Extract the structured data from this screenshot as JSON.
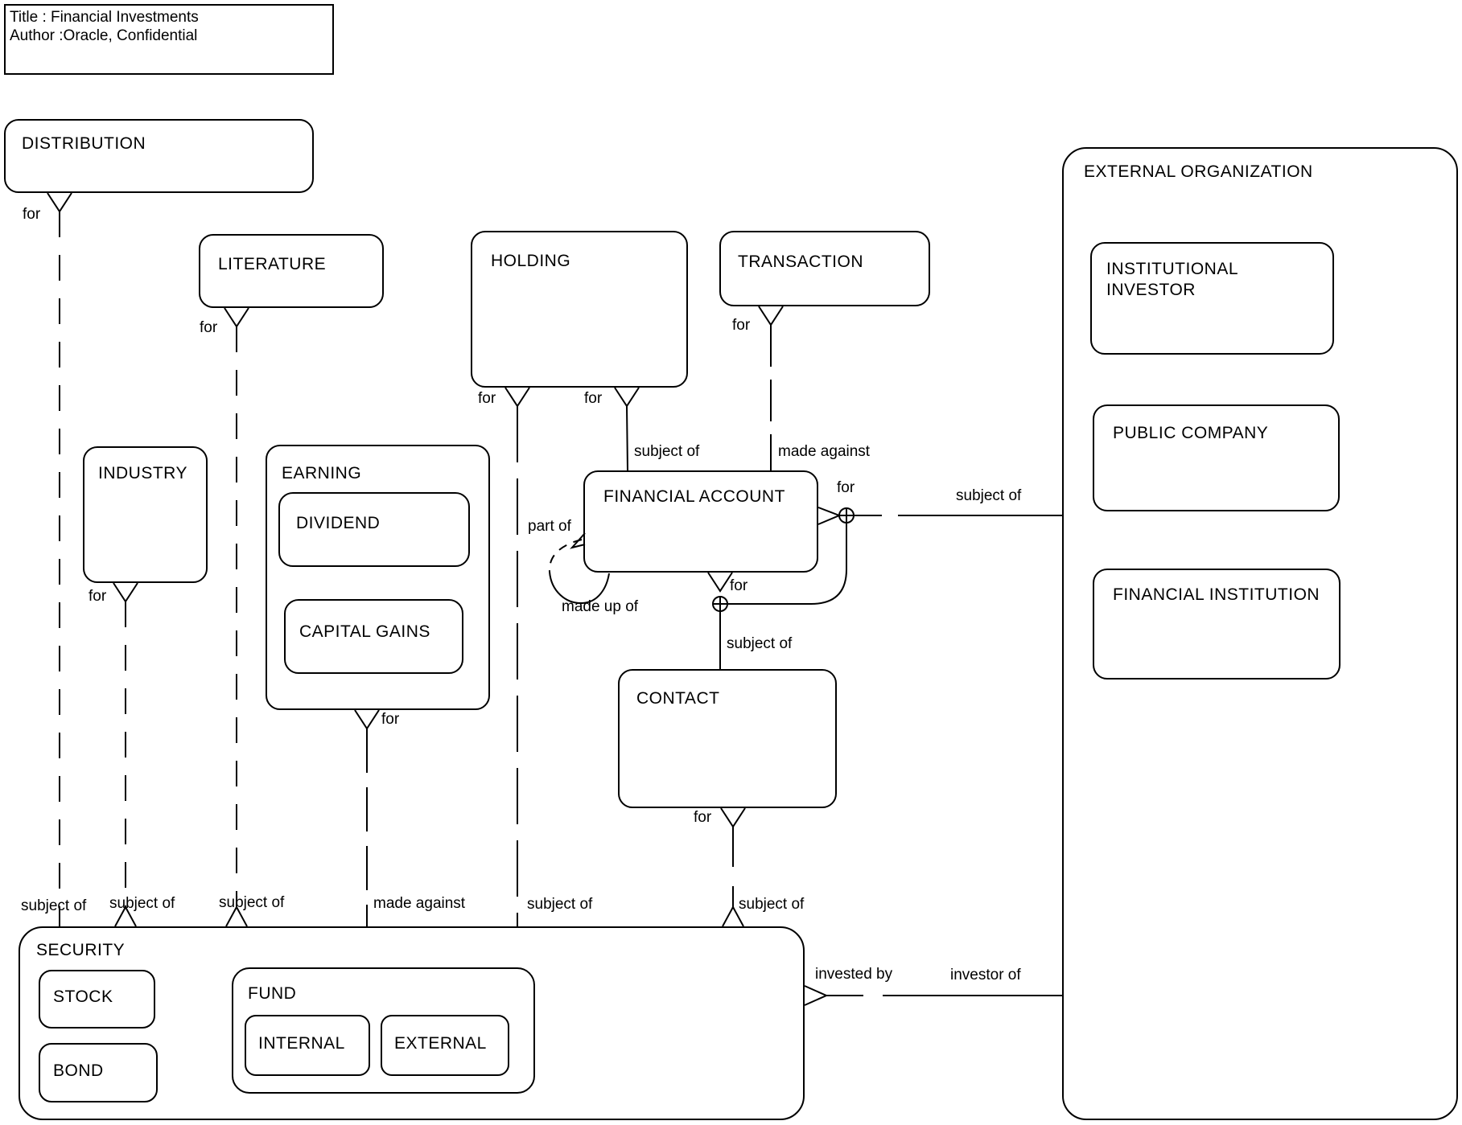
{
  "title_box": {
    "line1": "Title : Financial Investments",
    "line2": "Author :Oracle, Confidential"
  },
  "entities": {
    "distribution": "DISTRIBUTION",
    "literature": "LITERATURE",
    "holding": "HOLDING",
    "transaction": "TRANSACTION",
    "external_organization": "EXTERNAL ORGANIZATION",
    "institutional_investor": "INSTITUTIONAL INVESTOR",
    "public_company": "PUBLIC COMPANY",
    "financial_institution": "FINANCIAL INSTITUTION",
    "industry": "INDUSTRY",
    "earning": "EARNING",
    "dividend": "DIVIDEND",
    "capital_gains": "CAPITAL GAINS",
    "financial_account": "FINANCIAL ACCOUNT",
    "contact": "CONTACT",
    "security": "SECURITY",
    "stock": "STOCK",
    "bond": "BOND",
    "fund": "FUND",
    "internal": "INTERNAL",
    "external": "EXTERNAL"
  },
  "rel_labels": {
    "for": "for",
    "subject_of": "subject of",
    "made_against": "made against",
    "part_of": "part of",
    "made_up_of": "made up of",
    "invested_by": "invested by",
    "investor_of": "investor of"
  },
  "relationships": [
    {
      "from": "DISTRIBUTION",
      "from_label": "for",
      "to": "SECURITY",
      "to_label": "subject of",
      "style": "dashed"
    },
    {
      "from": "INDUSTRY",
      "from_label": "for",
      "to": "SECURITY",
      "to_label": "subject of",
      "style": "dashed"
    },
    {
      "from": "LITERATURE",
      "from_label": "for",
      "to": "SECURITY",
      "to_label": "subject of",
      "style": "dashed"
    },
    {
      "from": "EARNING",
      "from_label": "for",
      "to": "SECURITY",
      "to_label": "made against",
      "style": "dashed"
    },
    {
      "from": "HOLDING",
      "from_label": "for",
      "to": "SECURITY",
      "to_label": "subject of",
      "style": "dashed"
    },
    {
      "from": "HOLDING",
      "from_label": "for",
      "to": "FINANCIAL ACCOUNT",
      "to_label": "subject of",
      "style": "solid"
    },
    {
      "from": "TRANSACTION",
      "from_label": "for",
      "to": "FINANCIAL ACCOUNT",
      "to_label": "made against",
      "style": "dashed"
    },
    {
      "from": "FINANCIAL ACCOUNT",
      "from_label": "for",
      "to": "EXTERNAL ORGANIZATION",
      "to_label": "subject of",
      "style": "dashed",
      "arc": true
    },
    {
      "from": "FINANCIAL ACCOUNT",
      "from_label": "for",
      "to": "CONTACT",
      "to_label": "subject of",
      "style": "solid",
      "arc": true
    },
    {
      "from": "FINANCIAL ACCOUNT",
      "from_label": "part of",
      "to": "FINANCIAL ACCOUNT",
      "to_label": "made up of",
      "style": "recursive"
    },
    {
      "from": "CONTACT",
      "from_label": "for",
      "to": "SECURITY",
      "to_label": "subject of",
      "style": "dashed"
    },
    {
      "from": "SECURITY",
      "from_label": "invested by",
      "to": "EXTERNAL ORGANIZATION",
      "to_label": "investor of",
      "style": "dashed"
    }
  ],
  "colors": {
    "line": "#000000",
    "background": "#ffffff"
  }
}
